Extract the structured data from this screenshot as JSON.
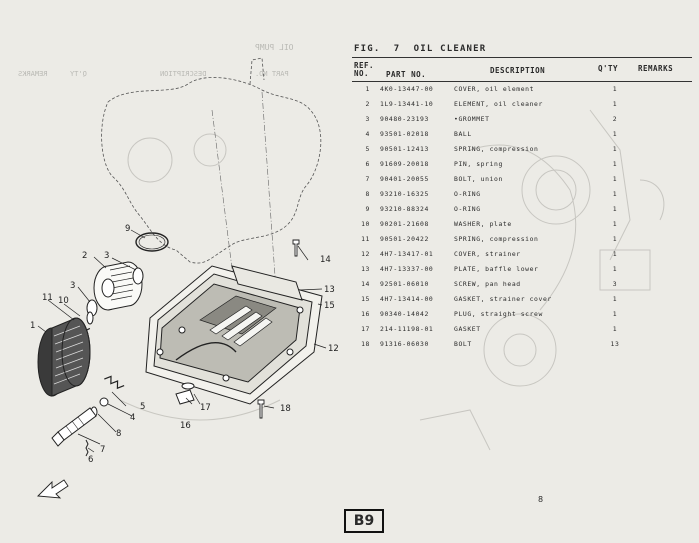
{
  "figure": {
    "label": "FIG.",
    "number": "7",
    "title": "OIL CLEANER"
  },
  "headers": {
    "ref_no_top": "REF.",
    "ref_no_bottom": "NO.",
    "part_no": "PART NO.",
    "description": "DESCRIPTION",
    "qty": "Q'TY",
    "remarks": "REMARKS"
  },
  "parts": [
    {
      "ref": "1",
      "part": "4K0-13447-00",
      "desc": "COVER, oil element",
      "qty": "1"
    },
    {
      "ref": "2",
      "part": "1L9-13441-10",
      "desc": "ELEMENT, oil cleaner",
      "qty": "1"
    },
    {
      "ref": "3",
      "part": "90480-23193",
      "desc": "•GROMMET",
      "qty": "2"
    },
    {
      "ref": "4",
      "part": "93501-02018",
      "desc": "BALL",
      "qty": "1"
    },
    {
      "ref": "5",
      "part": "90501-12413",
      "desc": "SPRING, compression",
      "qty": "1"
    },
    {
      "ref": "6",
      "part": "91609-20018",
      "desc": "PIN, spring",
      "qty": "1"
    },
    {
      "ref": "7",
      "part": "90401-20055",
      "desc": "BOLT, union",
      "qty": "1"
    },
    {
      "ref": "8",
      "part": "93210-16325",
      "desc": "O-RING",
      "qty": "1"
    },
    {
      "ref": "9",
      "part": "93210-88324",
      "desc": "O-RING",
      "qty": "1"
    },
    {
      "ref": "10",
      "part": "90201-21608",
      "desc": "WASHER, plate",
      "qty": "1"
    },
    {
      "ref": "11",
      "part": "90501-20422",
      "desc": "SPRING, compression",
      "qty": "1"
    },
    {
      "ref": "12",
      "part": "4H7-13417-01",
      "desc": "COVER, strainer",
      "qty": "1"
    },
    {
      "ref": "13",
      "part": "4H7-13337-00",
      "desc": "PLATE, baffle lower",
      "qty": "1"
    },
    {
      "ref": "14",
      "part": "92501-06010",
      "desc": "SCREW, pan head",
      "qty": "3"
    },
    {
      "ref": "15",
      "part": "4H7-13414-00",
      "desc": "GASKET, strainer cover",
      "qty": "1"
    },
    {
      "ref": "16",
      "part": "90340-14042",
      "desc": "PLUG, straight screw",
      "qty": "1"
    },
    {
      "ref": "17",
      "part": "214-11198-01",
      "desc": "GASKET",
      "qty": "1"
    },
    {
      "ref": "18",
      "part": "91316-06030",
      "desc": "BOLT",
      "qty": "13"
    }
  ],
  "callouts": [
    "1",
    "2",
    "3",
    "3",
    "4",
    "5",
    "6",
    "7",
    "8",
    "9",
    "10",
    "11",
    "12",
    "13",
    "14",
    "15",
    "16",
    "17",
    "18"
  ],
  "ghost_text": [
    "OIL PUMP",
    "DESCRIPTION",
    "Q'TY",
    "REMARKS",
    "PART NO."
  ],
  "footer": {
    "code": "B9",
    "page": "8"
  }
}
